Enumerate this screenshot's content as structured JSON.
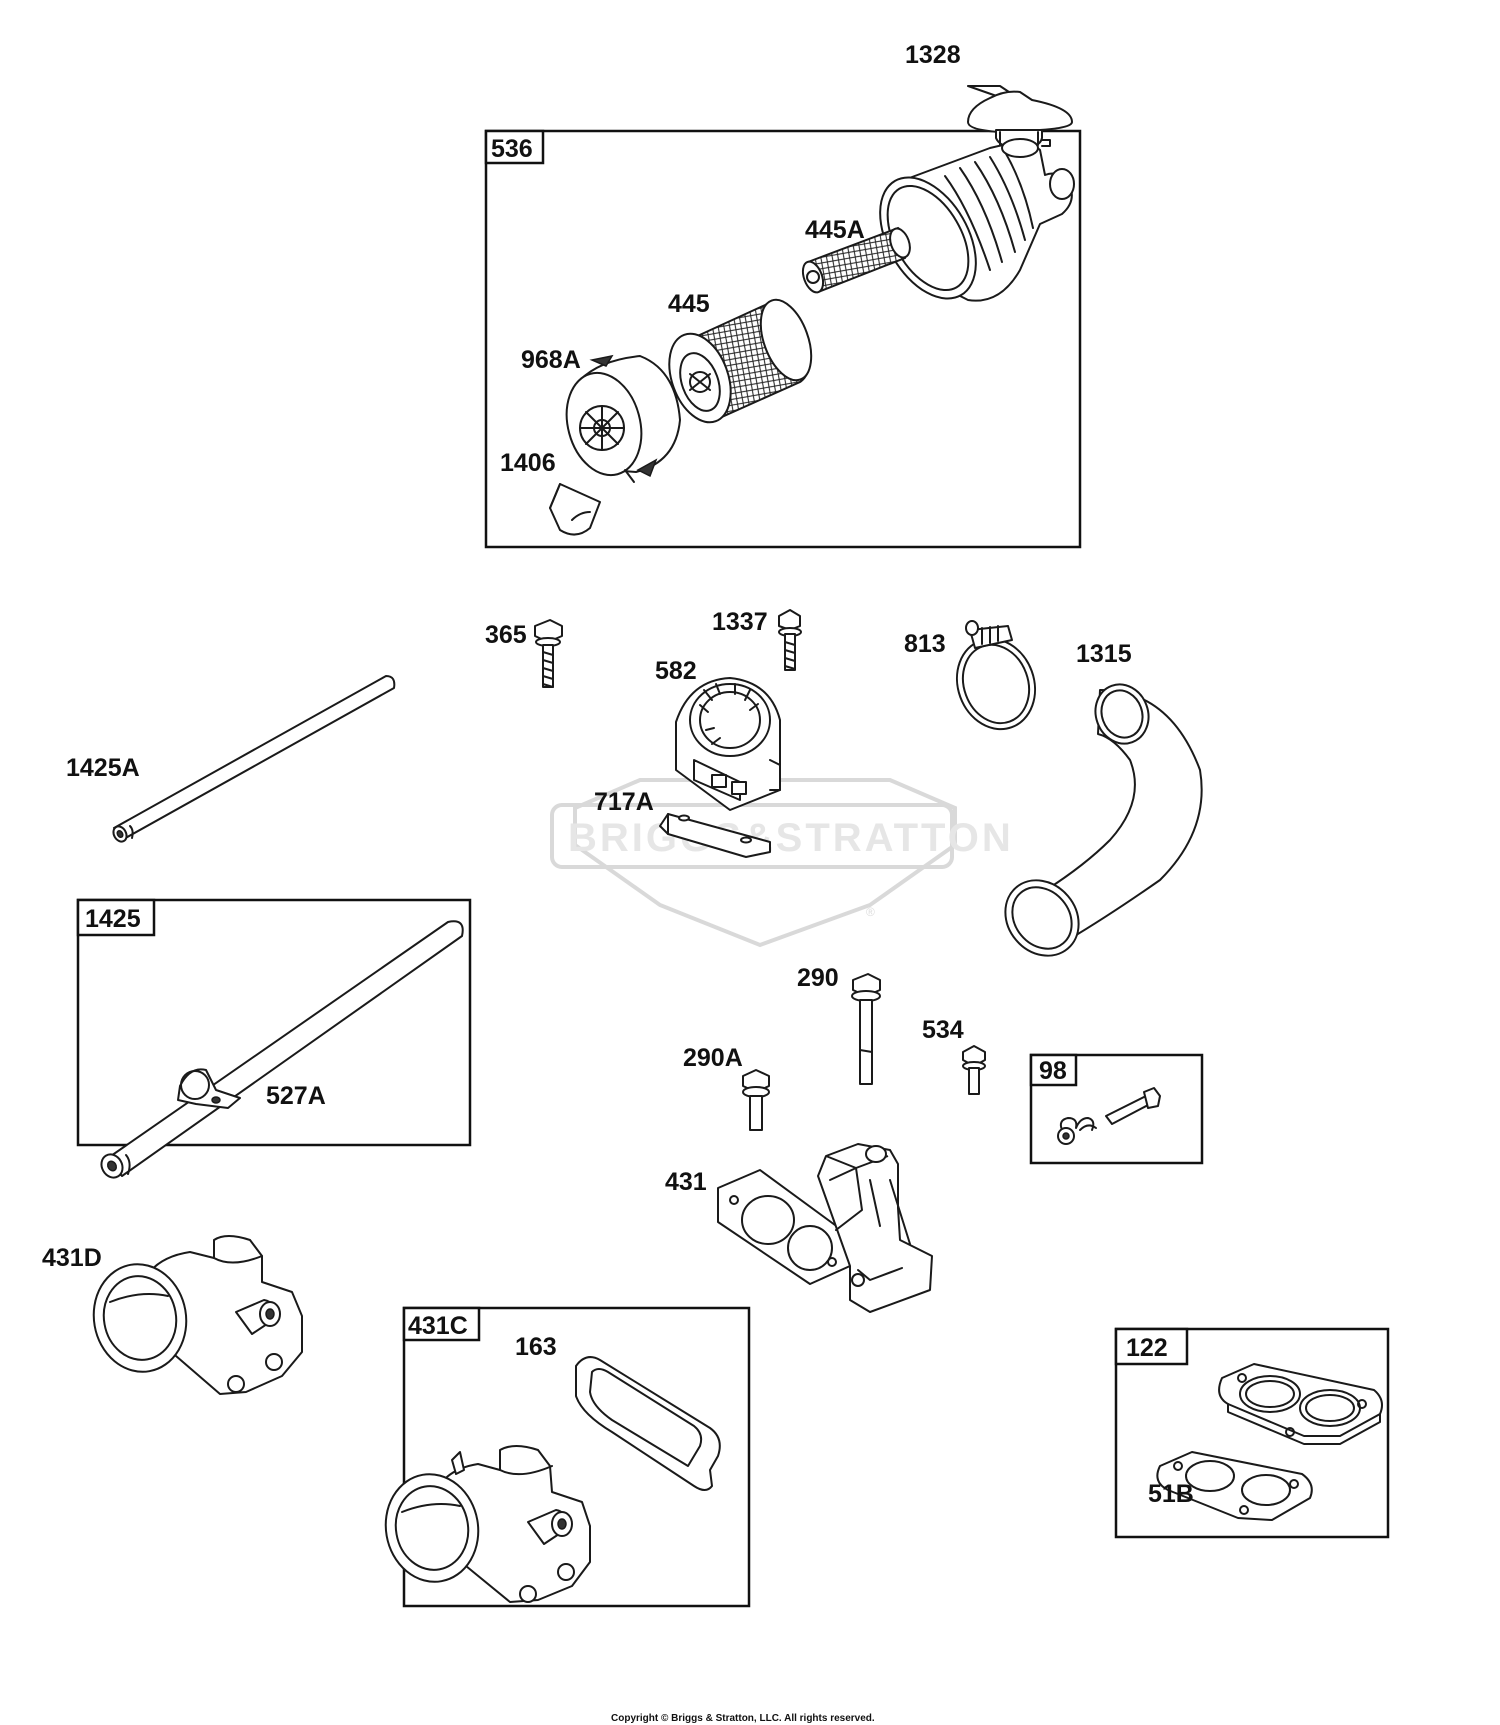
{
  "labels": {
    "p1328": "1328",
    "p445a": "445A",
    "p445": "445",
    "p968a": "968A",
    "p1406": "1406",
    "p365": "365",
    "p1337": "1337",
    "p582": "582",
    "p813": "813",
    "p1315": "1315",
    "p1425a": "1425A",
    "p717a": "717A",
    "p527a": "527A",
    "p290": "290",
    "p534": "534",
    "p290a": "290A",
    "p431": "431",
    "p431d": "431D",
    "p163": "163",
    "p51b": "51B"
  },
  "boxes": {
    "b536": "536",
    "b1425": "1425",
    "b98": "98",
    "b431c": "431C",
    "b122": "122"
  },
  "watermark": {
    "brand": "BRIGGS&STRATTON",
    "registered": "®"
  },
  "copyright": "Copyright © Briggs & Stratton, LLC. All rights reserved."
}
